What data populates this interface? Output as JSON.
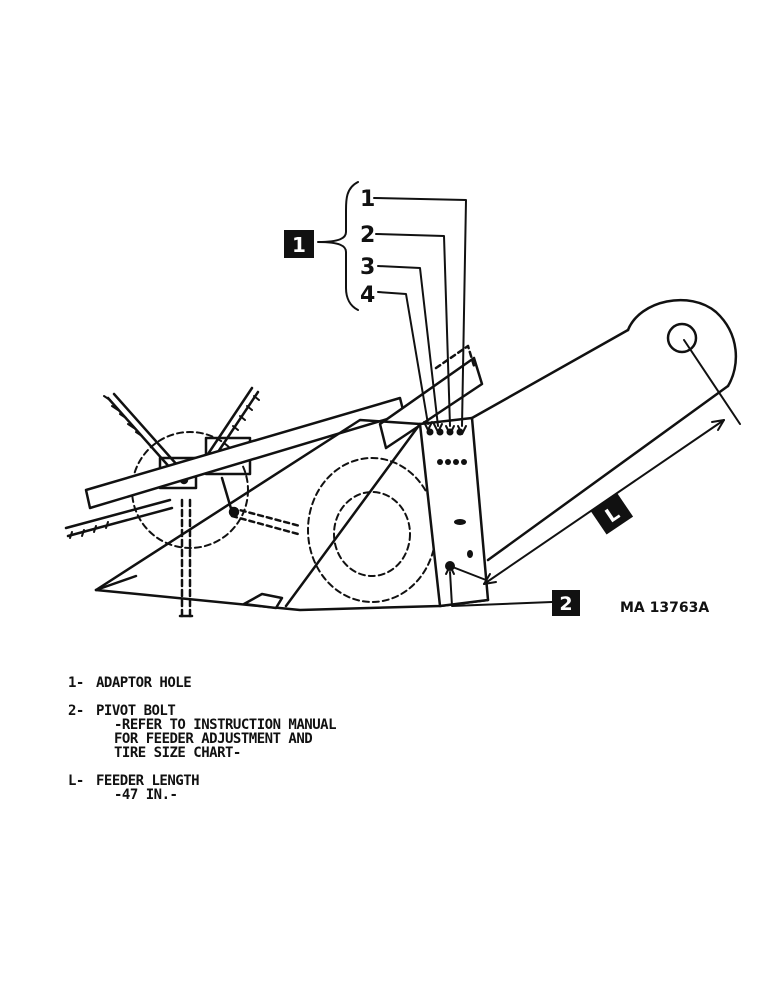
{
  "figure": {
    "id_label": "MA 13763A",
    "callouts": [
      {
        "key": "1",
        "bracket_numbers": [
          "1",
          "2",
          "3",
          "4"
        ]
      },
      {
        "key": "2"
      },
      {
        "key": "L"
      }
    ]
  },
  "legend": [
    {
      "key": "1-",
      "title": "ADAPTOR HOLE",
      "lines": []
    },
    {
      "key": "2-",
      "title": "PIVOT BOLT",
      "lines": [
        "-REFER TO INSTRUCTION MANUAL",
        "FOR FEEDER ADJUSTMENT AND",
        "TIRE SIZE CHART-"
      ]
    },
    {
      "key": "L-",
      "title": "FEEDER LENGTH",
      "lines": [
        "-47 IN.-"
      ]
    }
  ]
}
